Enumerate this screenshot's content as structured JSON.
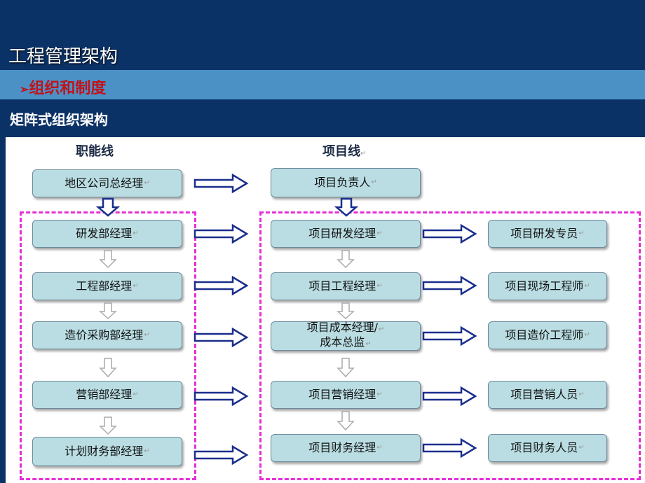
{
  "slide": {
    "title": "工程管理架构",
    "band_text": "组织和制度",
    "subtitle": "矩阵式组织架构"
  },
  "diagram": {
    "func_header": "职能线",
    "proj_header": "项目线",
    "para_mark": "↵",
    "functional": [
      {
        "text": "地区公司总经理"
      },
      {
        "text": "研发部经理"
      },
      {
        "text": "工程部经理"
      },
      {
        "text": "造价采购部经理"
      },
      {
        "text": "营销部经理"
      },
      {
        "text": "计划财务部经理"
      }
    ],
    "project": [
      {
        "text": "项目负责人"
      },
      {
        "text": "项目研发经理"
      },
      {
        "text": "项目工程经理"
      },
      {
        "text": "项目成本经理/",
        "text2": "成本总监"
      },
      {
        "text": "项目营销经理"
      },
      {
        "text": "项目财务经理"
      }
    ],
    "specialists": [
      {
        "text": "项目研发专员"
      },
      {
        "text": "项目现场工程师"
      },
      {
        "text": "项目造价工程师"
      },
      {
        "text": "项目营销人员"
      },
      {
        "text": "项目财务人员"
      }
    ]
  }
}
